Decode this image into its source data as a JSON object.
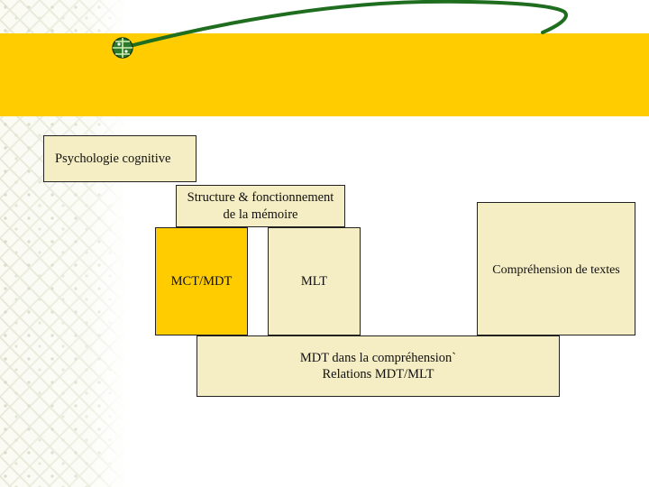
{
  "theme": {
    "band_color": "#ffcc00",
    "box_fill": "#f5edc3",
    "highlight_fill": "#ffcc00",
    "swoosh_color": "#1f6e1f"
  },
  "decor": {
    "globe_icon": "green-globe-icon",
    "swoosh": "green-swoosh-line"
  },
  "boxes": {
    "psychologie": "Psychologie cognitive",
    "structure": "Structure & fonctionnement\nde la mémoire",
    "mct": "MCT/MDT",
    "mlt": "MLT",
    "comprehension_textes": "Compréhension de textes",
    "mdt_comprehension": "MDT dans la compréhension`\nRelations MDT/MLT"
  }
}
